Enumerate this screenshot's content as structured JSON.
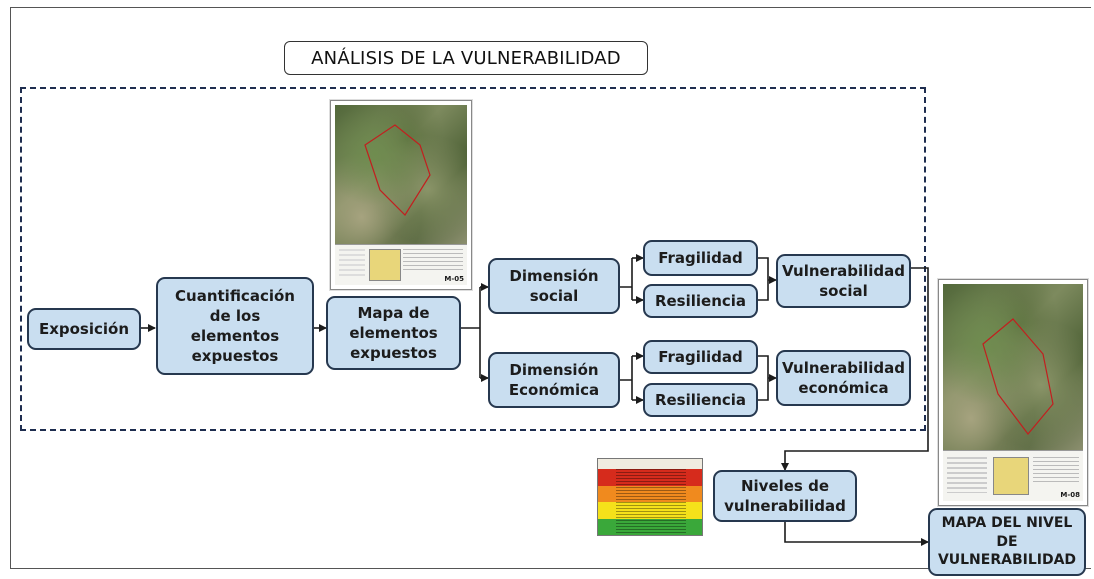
{
  "title": "ANÁLISIS DE LA VULNERABILIDAD",
  "nodes": {
    "exposicion": "Exposición",
    "cuantificacion": "Cuantificación\nde los\nelementos\nexpuestos",
    "mapa_elementos": "Mapa de\nelementos\nexpuestos",
    "dim_social": "Dimensión\nsocial",
    "dim_economica": "Dimensión\nEconómica",
    "fragilidad_social": "Fragilidad",
    "resiliencia_social": "Resiliencia",
    "fragilidad_economica": "Fragilidad",
    "resiliencia_economica": "Resiliencia",
    "vuln_social": "Vulnerabilidad\nsocial",
    "vuln_economica": "Vulnerabilidad\neconómica",
    "niveles": "Niveles de\nvulnerabilidad",
    "mapa_nivel": "MAPA DEL NIVEL\nDE\nVULNERABILIDAD"
  },
  "map_thumbnails": {
    "left_code": "M-05",
    "right_code": "M-08"
  },
  "colors": {
    "node_fill": "#c9def0",
    "node_border": "#26384f",
    "line": "#1c1c1c",
    "legend_red": "#d62b1c",
    "legend_orange": "#f08a1e",
    "legend_yellow": "#f5e11a",
    "legend_green": "#3aa83a"
  }
}
